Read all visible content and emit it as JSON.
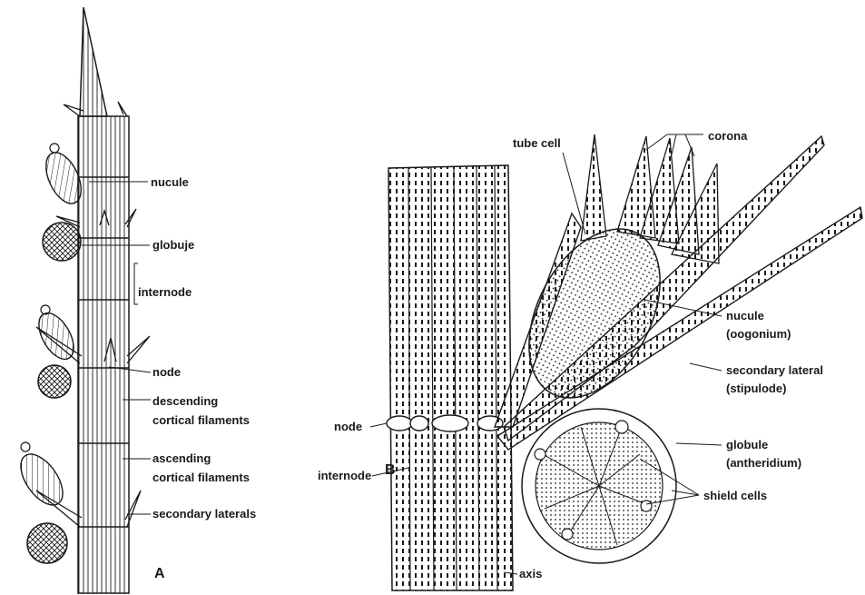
{
  "figure": {
    "panel_a": {
      "letter": "A",
      "labels": {
        "nucule": "nucule",
        "globule": "globuje",
        "internode": "internode",
        "node": "node",
        "descending_1": "descending",
        "descending_2": "cortical filaments",
        "ascending_1": "ascending",
        "ascending_2": "cortical filaments",
        "secondary_laterals": "secondary laterals"
      }
    },
    "panel_b": {
      "letter": "B",
      "labels": {
        "tube_cell": "tube cell",
        "corona": "corona",
        "nucule_1": "nucule",
        "nucule_2": "(oogonium)",
        "secondary_lateral_1": "secondary lateral",
        "secondary_lateral_2": "(stipulode)",
        "globule_1": "globule",
        "globule_2": "(antheridium)",
        "shield_cells": "shield cells",
        "node": "node",
        "internode": "internode",
        "axis": "axis"
      }
    }
  }
}
